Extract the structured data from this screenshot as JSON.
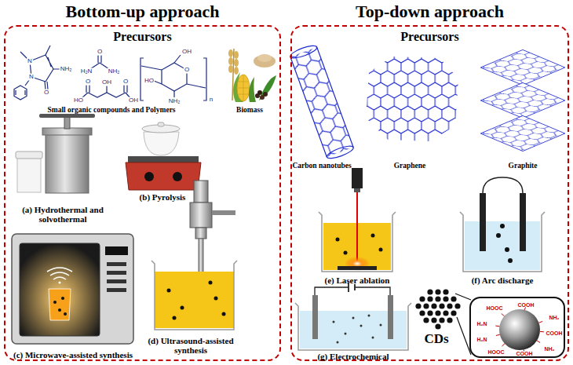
{
  "diagram": {
    "nodes": [
      {
        "text": [
          "Bottom-up approach",
          "Precursors"
        ]
      },
      {
        "text": [
          "Top-down approach",
          "Precursors"
        ]
      },
      {
        "text": [
          "HOOC",
          "COOH",
          "H₂N",
          "NH₂",
          "COOH",
          "H₂N",
          "NH₂",
          "HOOC",
          "COOH"
        ],
        "in": 1
      }
    ],
    "labels": [
      "N",
      "N",
      "NH₂",
      "O",
      "O",
      "H₂N",
      "NH₂",
      "O",
      "HO",
      "OH",
      "O",
      "OH",
      "OH",
      "HO",
      "O",
      "NH₂",
      "n",
      "Small organic compounds and Polymers",
      "Biomass",
      "(a) Hydrothermal and solvothermal",
      "(b) Pyrolysis",
      "(c) Microwave-assisted synthesis",
      "(d) Ultrasound-assisted synthesis",
      "Carbon nanotubes",
      "Graphene",
      "Graphite",
      "(e) Laser ablation",
      "(f) Arc discharge",
      "(g) Electrochemical",
      "CDs"
    ]
  }
}
